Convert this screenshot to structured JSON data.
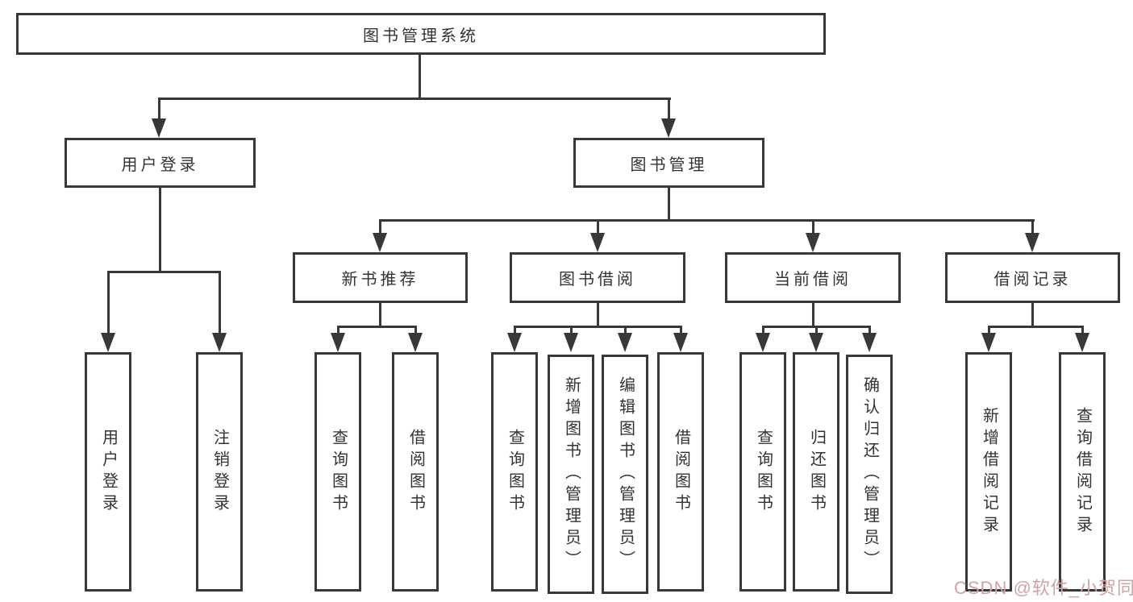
{
  "diagram": {
    "title": "图书管理系统",
    "watermark": "CSDN @软件_小贺同学",
    "colors": {
      "line": "#383838",
      "text": "#333333",
      "watermark": "#cfa3a3"
    },
    "nodes": {
      "root": "图书管理系统",
      "user_login": "用户登录",
      "book_mgmt": "图书管理",
      "new_book_rec": "新书推荐",
      "book_borrow": "图书借阅",
      "current_borrow": "当前借阅",
      "borrow_records": "借阅记录",
      "leaf_user_login": "用户登录",
      "leaf_logout": "注销登录",
      "leaf_nbr_query": "查询图书",
      "leaf_nbr_borrow": "借阅图书",
      "leaf_bb_query": "查询图书",
      "leaf_bb_add": "新增图书（管理员）",
      "leaf_bb_edit": "编辑图书（管理员）",
      "leaf_bb_borrow": "借阅图书",
      "leaf_cb_query": "查询图书",
      "leaf_cb_return": "归还图书",
      "leaf_cb_confirm": "确认归还（管理员）",
      "leaf_br_add": "新增借阅记录",
      "leaf_br_query": "查询借阅记录"
    }
  }
}
